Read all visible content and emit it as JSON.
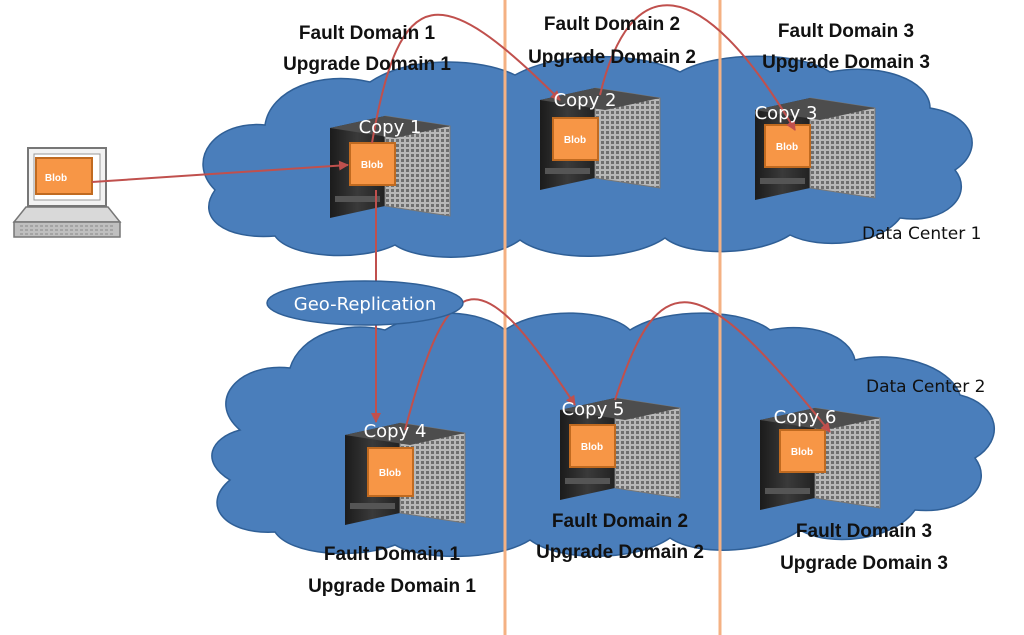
{
  "data_centers": [
    {
      "label": "Data Center 1"
    },
    {
      "label": "Data Center 2"
    }
  ],
  "fault_domains_top": [
    {
      "fault": "Fault Domain 1",
      "upgrade": "Upgrade Domain 1"
    },
    {
      "fault": "Fault Domain 2",
      "upgrade": "Upgrade Domain 2"
    },
    {
      "fault": "Fault Domain 3",
      "upgrade": "Upgrade Domain 3"
    }
  ],
  "fault_domains_bottom": [
    {
      "fault": "Fault Domain 1",
      "upgrade": "Upgrade Domain 1"
    },
    {
      "fault": "Fault Domain 2",
      "upgrade": "Upgrade Domain 2"
    },
    {
      "fault": "Fault Domain 3",
      "upgrade": "Upgrade Domain 3"
    }
  ],
  "copies": [
    "Copy 1",
    "Copy 2",
    "Copy 3",
    "Copy 4",
    "Copy 5",
    "Copy 6"
  ],
  "blob_label": "Blob",
  "geo_replication_label": "Geo-Replication",
  "colors": {
    "cloud": "#4a7ebb",
    "cloud_stroke": "#2f5f96",
    "blob": "#f79646",
    "blob_stroke": "#c06a20",
    "arrow": "#c0504d",
    "divider": "#f4b183"
  }
}
